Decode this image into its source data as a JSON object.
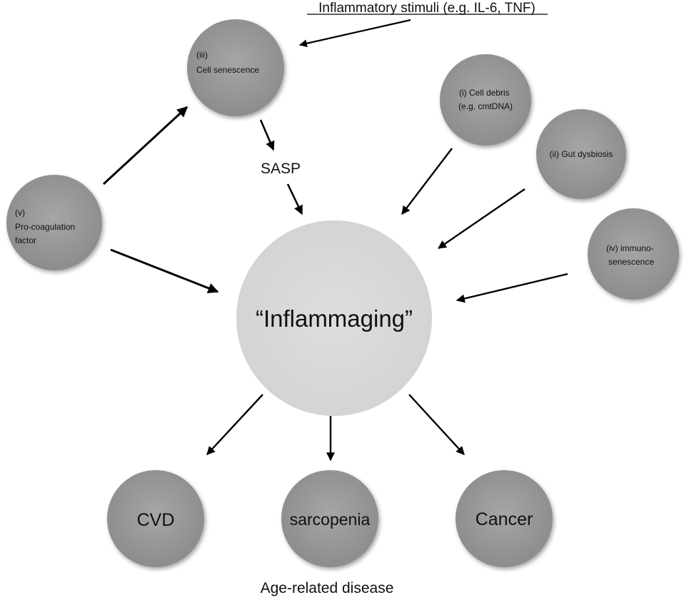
{
  "stimuli_label": "Inflammatory stimuli (e.g. IL-6, TNF)",
  "center_label": "“Inflammaging”",
  "sasp_label": "SASP",
  "footer_label": "Age-related disease",
  "nodes": {
    "senescence": [
      "(iii)",
      "Cell senescence"
    ],
    "debris": [
      "(i) Cell debris",
      "(e.g. cmtDNA)"
    ],
    "gut": [
      "(ii) Gut dysbiosis"
    ],
    "procoag": [
      "(v)",
      "Pro-coagulation",
      "factor"
    ],
    "immuno": [
      "(iv) immuno-",
      "senescence"
    ],
    "cvd": "CVD",
    "sarcopenia": "sarcopenia",
    "cancer": "Cancer"
  }
}
